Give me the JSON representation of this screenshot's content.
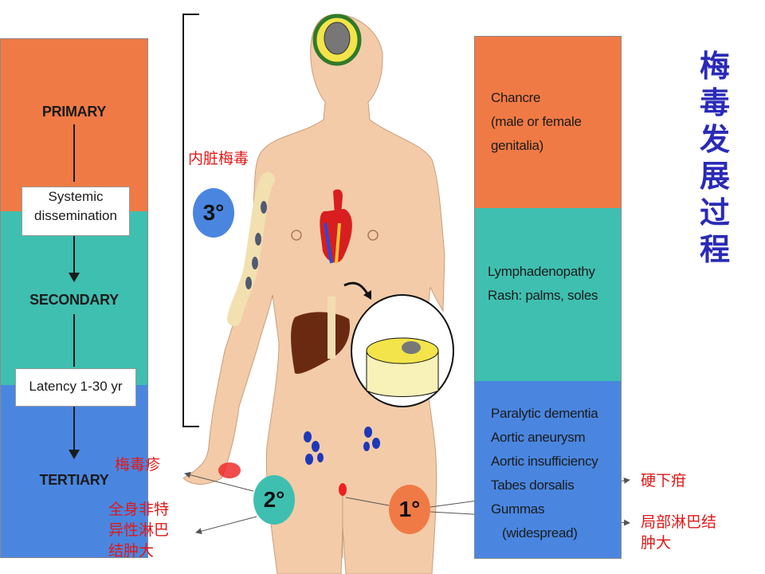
{
  "stages": {
    "primary": "PRIMARY",
    "systemic": "Systemic dissemination",
    "secondary": "SECONDARY",
    "latency": "Latency 1-30 yr",
    "tertiary": "TERTIARY"
  },
  "descriptions": {
    "primary": [
      "Chancre",
      "(male or female",
      "genitalia)"
    ],
    "secondary": [
      "Lymphadenopathy",
      "Rash: palms, soles"
    ],
    "tertiary": [
      "Paralytic dementia",
      "Aortic aneurysm",
      "Aortic insufficiency",
      "Tabes dorsalis",
      "Gummas",
      "(widespread)"
    ]
  },
  "title_chars": [
    "梅",
    "毒",
    "发",
    "展",
    "过",
    "程"
  ],
  "annotations": {
    "visceral": "内脏梅毒",
    "rash": "梅毒疹",
    "lymph_general": [
      "全身非特",
      "异性淋巴",
      "结肿大"
    ],
    "chancre": "硬下疳",
    "lymph_local": [
      "局部淋巴结",
      "肿大"
    ]
  },
  "circles": {
    "tertiary": "3°",
    "secondary": "2°",
    "primary": "1°"
  },
  "colors": {
    "primary_band": "#f07a45",
    "secondary_band": "#3fbfb0",
    "tertiary_band": "#4a86e0",
    "skin": "#f3cba8",
    "title_blue": "#2a2ab8",
    "annotation_red": "#e01818"
  }
}
